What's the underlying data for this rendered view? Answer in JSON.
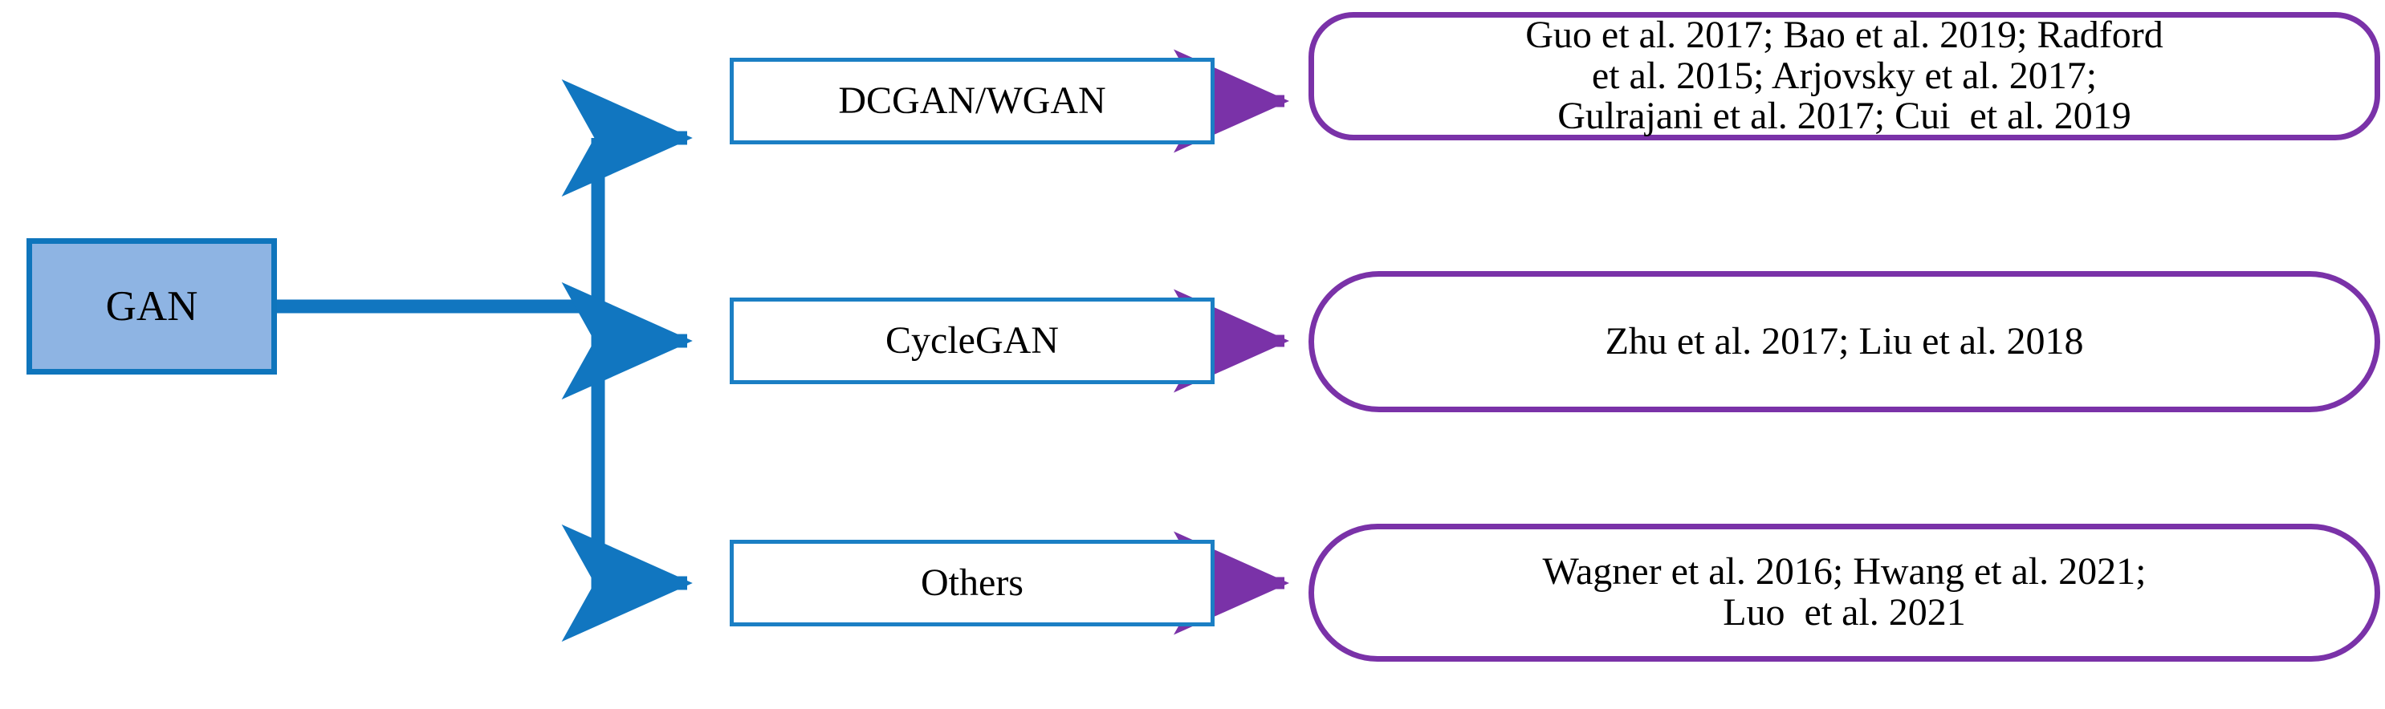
{
  "diagram": {
    "type": "tree-taxonomy",
    "root": {
      "label": "GAN"
    },
    "branches": [
      {
        "category": "DCGAN/WGAN",
        "references_lines": [
          "Guo et al. 2017; Bao et al. 2019; Radford",
          "et al. 2015; Arjovsky et al. 2017;",
          "Gulrajani et al. 2017; Cui  et al. 2019"
        ]
      },
      {
        "category": "CycleGAN",
        "references_lines": [
          "Zhu et al. 2017; Liu et al. 2018"
        ]
      },
      {
        "category": "Others",
        "references_lines": [
          "Wagner et al. 2016; Hwang et al. 2021;",
          "Luo  et al. 2021"
        ]
      }
    ]
  },
  "colors": {
    "root_fill": "#8eb4e3",
    "root_border": "#0f75bc",
    "category_border": "#1b7fc4",
    "category_fill": "#ffffff",
    "reference_border": "#7a32a8",
    "reference_fill": "#ffffff",
    "blue_connector": "#1176c0",
    "purple_connector": "#7a32a8",
    "text": "#000000",
    "background": "#ffffff"
  }
}
